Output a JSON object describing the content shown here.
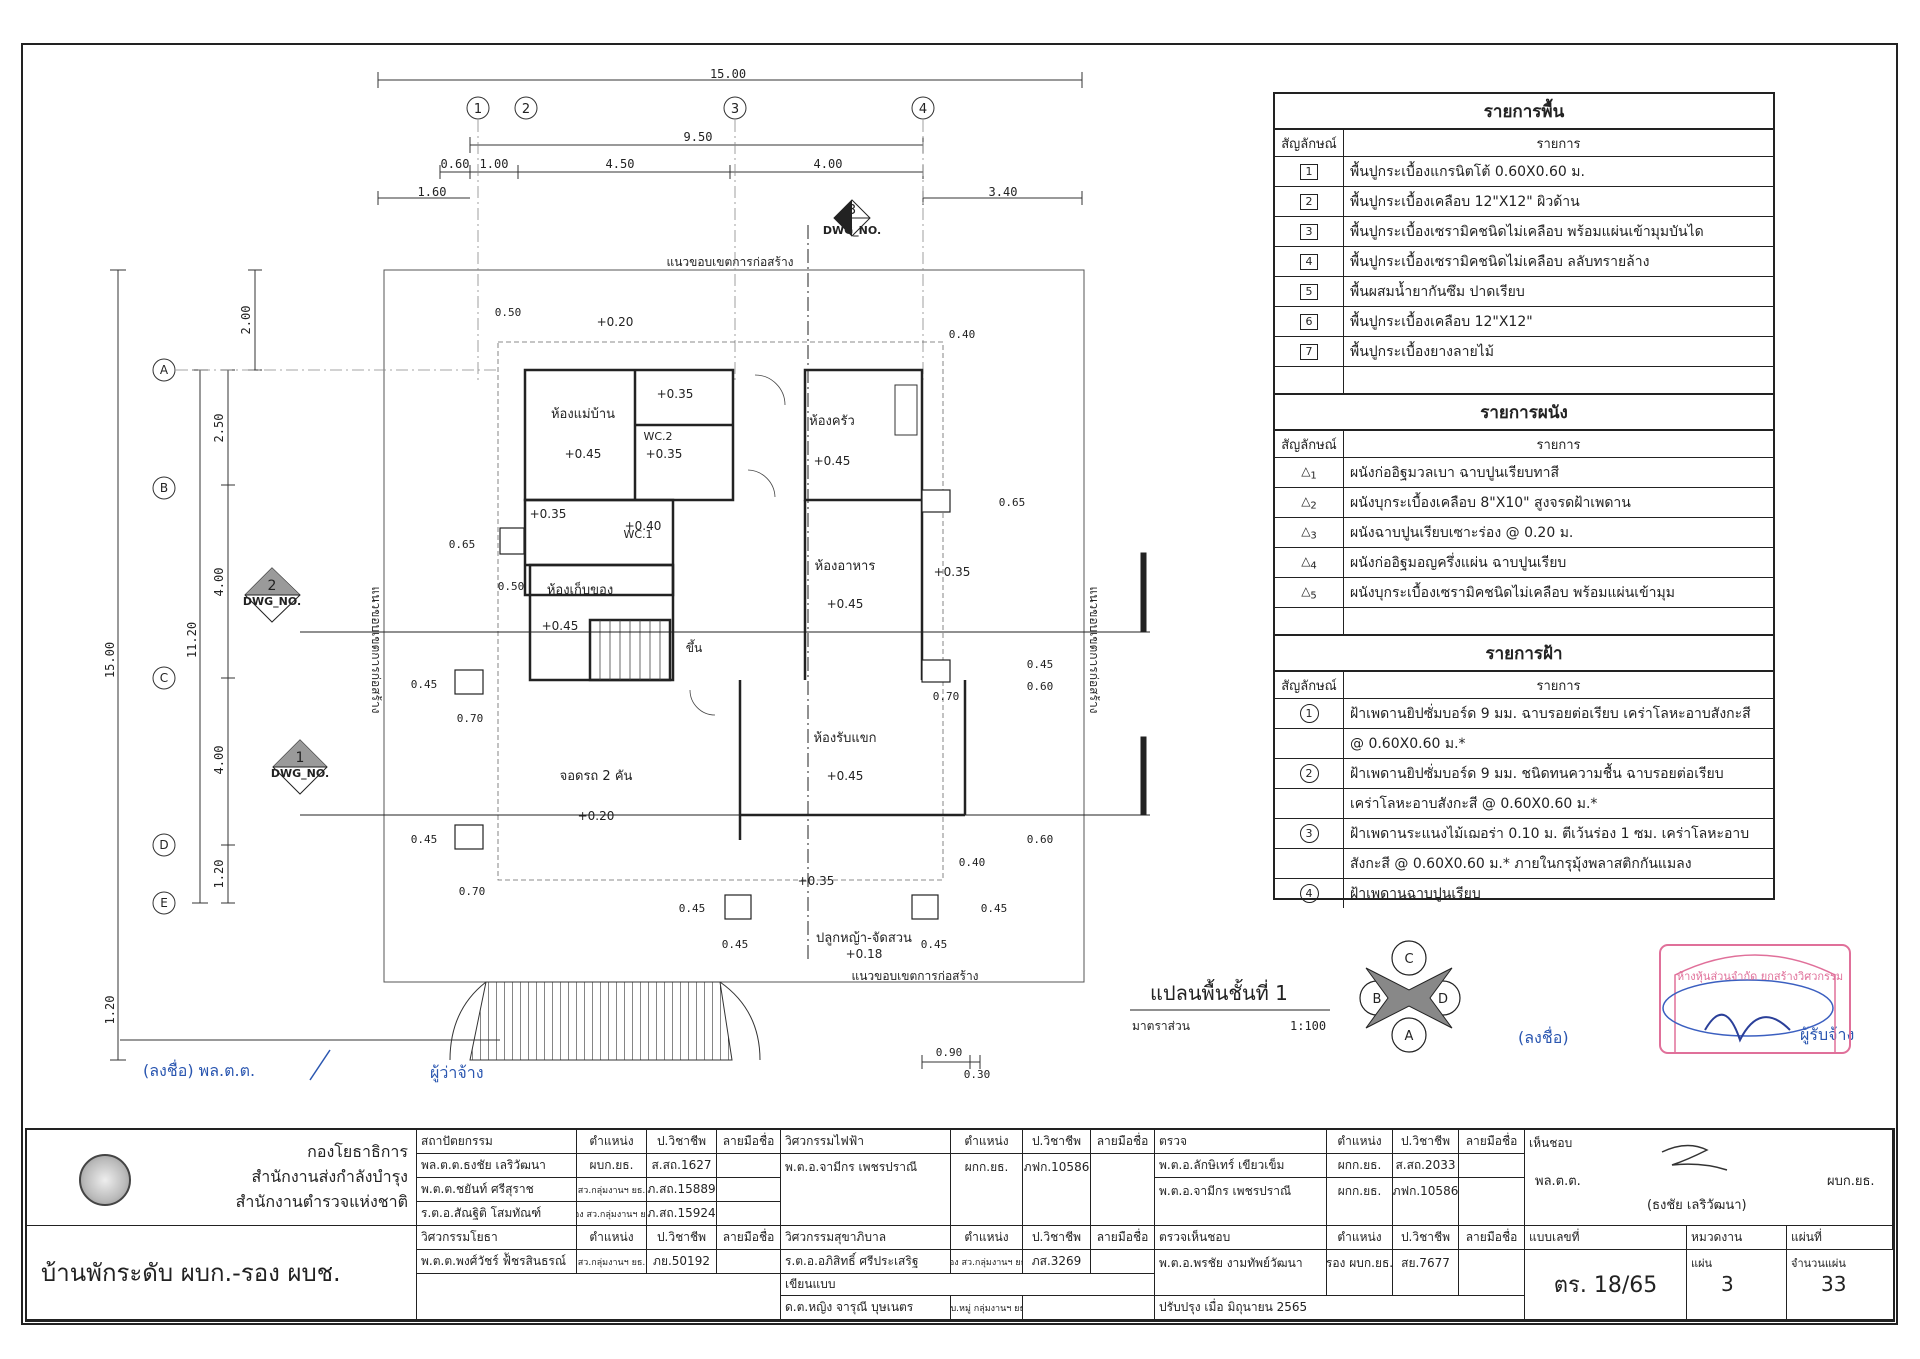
{
  "dimensions": {
    "top_total": "15.00",
    "top_mid": "9.50",
    "top_segments": [
      "0.60",
      "1.00",
      "4.50",
      "4.00"
    ],
    "top_left": "1.60",
    "top_right": "3.40",
    "left_total": "15.00",
    "left_mid": "11.20",
    "left_segments": [
      "2.00",
      "2.50",
      "4.00",
      "4.00",
      "1.20",
      "1.20"
    ],
    "misc": [
      "0.50",
      "0.40",
      "0.65",
      "0.65",
      "0.50",
      "0.45",
      "0.60",
      "0.45",
      "0.70",
      "0.70",
      "0.45",
      "0.60",
      "0.40",
      "0.45",
      "0.45",
      "0.45",
      "0.45",
      "0.70",
      "0.90",
      "0.30"
    ]
  },
  "grid": {
    "cols": [
      "1",
      "2",
      "3",
      "4"
    ],
    "rows": [
      "A",
      "B",
      "C",
      "D",
      "E"
    ]
  },
  "plan": {
    "boundary_top": "แนวขอบเขตการก่อสร้าง",
    "boundary_bottom": "แนวขอบเขตการก่อสร้าง",
    "boundary_left": "แนวขอบเขตการก่อสร้าง",
    "boundary_right": "แนวขอบเขตการก่อสร้าง",
    "section_tag": "DWG_NO.",
    "section_nums": [
      "3",
      "2",
      "1"
    ],
    "rooms": [
      {
        "name": "ห้องแม่บ้าน",
        "level": "+0.45"
      },
      {
        "name": "ห้องครัว",
        "level": "+0.45"
      },
      {
        "name": "ห้องอาหาร",
        "level": "+0.45"
      },
      {
        "name": "ห้องเก็บของ",
        "level": "+0.45"
      },
      {
        "name": "ห้องรับแขก",
        "level": "+0.45"
      },
      {
        "name": "จอดรถ 2 คัน",
        "level": "+0.20"
      },
      {
        "name": "ปลูกหญ้า-จัดสวน",
        "level": "+0.18"
      }
    ],
    "wc1": "WC.1",
    "wc2": "WC.2",
    "stair": "ขึ้น",
    "levels": [
      "+0.20",
      "+0.35",
      "+0.35",
      "+0.35",
      "+0.35",
      "+0.40",
      "+0.35"
    ],
    "title": "แปลนพื้นชั้นที่ 1",
    "scale_label": "มาตราส่วน",
    "scale_value": "1:100",
    "compass": [
      "A",
      "B",
      "C",
      "D"
    ]
  },
  "signatures": {
    "sign_left": "(ลงชื่อ) พล.ต.ต.",
    "employer": "ผู้ว่าจ้าง",
    "sign_right": "(ลงชื่อ)",
    "contractor": "ผู้รับจ้าง",
    "stamp_text": "ห้างหุ้นส่วนจำกัด ยกสร้างวิศวกรรม"
  },
  "legend": {
    "floor": {
      "title": "รายการพื้น",
      "col_symbol": "สัญลักษณ์",
      "col_item": "รายการ",
      "items": [
        {
          "sym": "1",
          "text": "พื้นปูกระเบื้องแกรนิตโต้ 0.60X0.60 ม."
        },
        {
          "sym": "2",
          "text": "พื้นปูกระเบื้องเคลือบ 12\"X12\" ผิวด้าน"
        },
        {
          "sym": "3",
          "text": "พื้นปูกระเบื้องเซรามิคชนิดไม่เคลือบ พร้อมแผ่นเข้ามุมบันได"
        },
        {
          "sym": "4",
          "text": "พื้นปูกระเบื้องเซรามิคชนิดไม่เคลือบ ลลับทรายล้าง"
        },
        {
          "sym": "5",
          "text": "พื้นผสมน้ำยากันซึม ปาดเรียบ"
        },
        {
          "sym": "6",
          "text": "พื้นปูกระเบื้องเคลือบ 12\"X12\""
        },
        {
          "sym": "7",
          "text": "พื้นปูกระเบื้องยางลายไม้"
        }
      ]
    },
    "wall": {
      "title": "รายการผนัง",
      "col_symbol": "สัญลักษณ์",
      "col_item": "รายการ",
      "items": [
        {
          "sym": "1",
          "text": "ผนังก่ออิฐมวลเบา ฉาบปูนเรียบทาสี"
        },
        {
          "sym": "2",
          "text": "ผนังบุกระเบื้องเคลือบ 8\"X10\" สูงจรดฝ้าเพดาน"
        },
        {
          "sym": "3",
          "text": "ผนังฉาบปูนเรียบเซาะร่อง @ 0.20 ม."
        },
        {
          "sym": "4",
          "text": "ผนังก่ออิฐมอญครึ่งแผ่น ฉาบปูนเรียบ"
        },
        {
          "sym": "5",
          "text": "ผนังบุกระเบื้องเซรามิคชนิดไม่เคลือบ พร้อมแผ่นเข้ามุม"
        }
      ]
    },
    "ceiling": {
      "title": "รายการฝ้า",
      "col_symbol": "สัญลักษณ์",
      "col_item": "รายการ",
      "items": [
        {
          "sym": "1",
          "text": "ฝ้าเพดานยิปซั่มบอร์ด 9 มม. ฉาบรอยต่อเรียบ เคร่าโลหะอาบสังกะสี",
          "text2": "@ 0.60X0.60 ม.*"
        },
        {
          "sym": "2",
          "text": "ฝ้าเพดานยิปซั่มบอร์ด 9 มม. ชนิดทนความชื้น ฉาบรอยต่อเรียบ",
          "text2": "เคร่าโลหะอาบสังกะสี @ 0.60X0.60 ม.*"
        },
        {
          "sym": "3",
          "text": "ฝ้าเพดานระแนงไม้เฌอร่า 0.10 ม. ตีเว้นร่อง 1 ซม. เคร่าโลหะอาบ",
          "text2": "สังกะสี @ 0.60X0.60 ม.* ภายในกรุมุ้งพลาสติกกันแมลง"
        },
        {
          "sym": "4",
          "text": "ฝ้าเพดานฉาบปูนเรียบ"
        }
      ]
    }
  },
  "titleblock": {
    "org1": "กองโยธาธิการ",
    "org2": "สำนักงานส่งกำลังบำรุง",
    "org3": "สำนักงานตำรวจแห่งชาติ",
    "project": "บ้านพักระดับ ผบก.-รอง ผบช.",
    "h_architect": "สถาปัตยกรรม",
    "h_position": "ตำแหน่ง",
    "h_license": "ป.วิชาชีพ",
    "h_sign": "ลายมือชื่อ",
    "architects": [
      {
        "name": "พล.ต.ต.ธงชัย เลริวัฒนา",
        "pos": "ผบก.ยธ.",
        "lic": "ส.สถ.1627"
      },
      {
        "name": "พ.ต.ต.ชยันท์ ศรีสุราช",
        "pos": "สว.กลุ่มงานฯ ยธ.",
        "lic": "ภ.สถ.15889"
      },
      {
        "name": "ร.ต.อ.สัณฐิติ โสมทัณฑ์",
        "pos": "รอง สว.กลุ่มงานฯ ยธ.",
        "lic": "ภ.สถ.15924"
      }
    ],
    "h_structural": "วิศวกรรมโยธา",
    "structural": {
      "name": "พ.ต.ต.พงศ์วัชร์ ฟ้ัชรสินธรณ์",
      "pos": "สว.กลุ่มงานฯ ยธ.",
      "lic": "ภย.50192"
    },
    "h_electrical": "วิศวกรรมไฟฟ้า",
    "electrical": {
      "name": "พ.ต.อ.จามีกร เพชรปราณี",
      "pos": "ผกก.ยธ.",
      "lic": "ภฟก.10586"
    },
    "h_sanitary": "วิศวกรรมสุขาภิบาล",
    "sanitary": {
      "name": "ร.ต.อ.อภิสิทธิ์ ศรีประเสริฐ",
      "pos": "รอง สว.กลุ่มงานฯ ยธ.",
      "lic": "ภส.3269"
    },
    "h_drafter": "เขียนแบบ",
    "drafter": {
      "name": "ด.ต.หญิง จารุณี บุษเนตร",
      "pos": "ผบ.หมู่ กลุ่มงานฯ ยธ."
    },
    "h_check": "ตรวจ",
    "checkers": [
      {
        "name": "พ.ต.อ.ลักษิเทร์ เขียวเข็ม",
        "pos": "ผกก.ยธ.",
        "lic": "ส.สถ.2033"
      },
      {
        "name": "พ.ต.อ.จามีกร เพชรปราณี",
        "pos": "ผกก.ยธ.",
        "lic": "ภฟก.10586"
      }
    ],
    "h_approve_check": "ตรวจเห็นชอบ",
    "approve_check": {
      "name": "พ.ต.อ.พรชัย งามทัพย์วัฒนา",
      "pos": "รอง ผบก.ยธ.",
      "lic": "สย.7677"
    },
    "revision": "ปรับปรุง เมื่อ มิถุนายน 2565",
    "h_approve": "เห็นชอบ",
    "approver_rank": "พล.ต.ต.",
    "approver_name": "(ธงชัย เลริวัฒนา)",
    "approver_pos": "ผบก.ยธ.",
    "h_drawing_no": "แบบเลขที่",
    "drawing_no": "ตร. 18/65",
    "h_category": "หมวดงาน",
    "h_sheet": "แผ่นที่",
    "sheet_label": "แผ่น",
    "sheet_value": "3",
    "total_label": "จำนวนแผ่น",
    "total_value": "33"
  }
}
